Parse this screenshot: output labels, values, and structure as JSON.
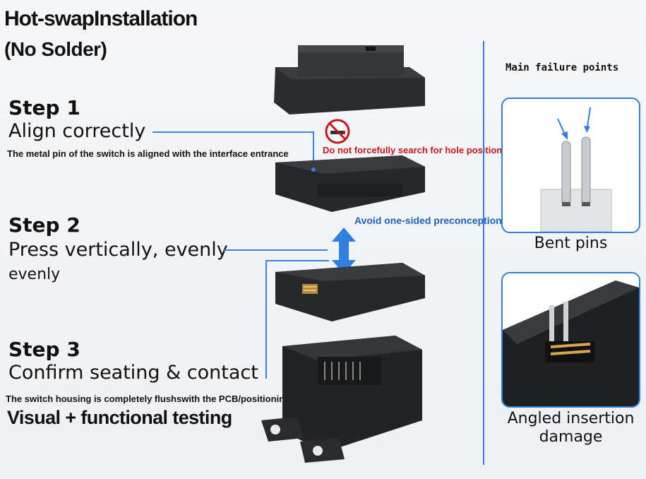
{
  "header": {
    "title": "Hot-swapInstallation",
    "subtitle": "(No Solder)"
  },
  "steps": [
    {
      "number": "Step 1",
      "title": "Align correctly",
      "detail": "The metal pin of the switch is aligned with the interface entrance"
    },
    {
      "number": "Step 2",
      "title": "Press vertically, evenly",
      "detail": "evenly"
    },
    {
      "number": "Step 3",
      "title": "Confirm seating & contact",
      "detail": "The switch housing is completely flushswith the PCB/positioning plate.",
      "footer": "Visual + functional testing"
    }
  ],
  "warnings": {
    "no_force": "Do not forcefully search for hole positions",
    "one_sided": "Avoid one-sided preconceptions"
  },
  "failure": {
    "heading": "Main failure points",
    "items": [
      {
        "caption": "Bent pins"
      },
      {
        "caption": "Angled insertion damage"
      }
    ]
  },
  "colors": {
    "accent_blue": "#2f7fe0",
    "warning_red": "#c8151b",
    "housing": "#262729"
  }
}
